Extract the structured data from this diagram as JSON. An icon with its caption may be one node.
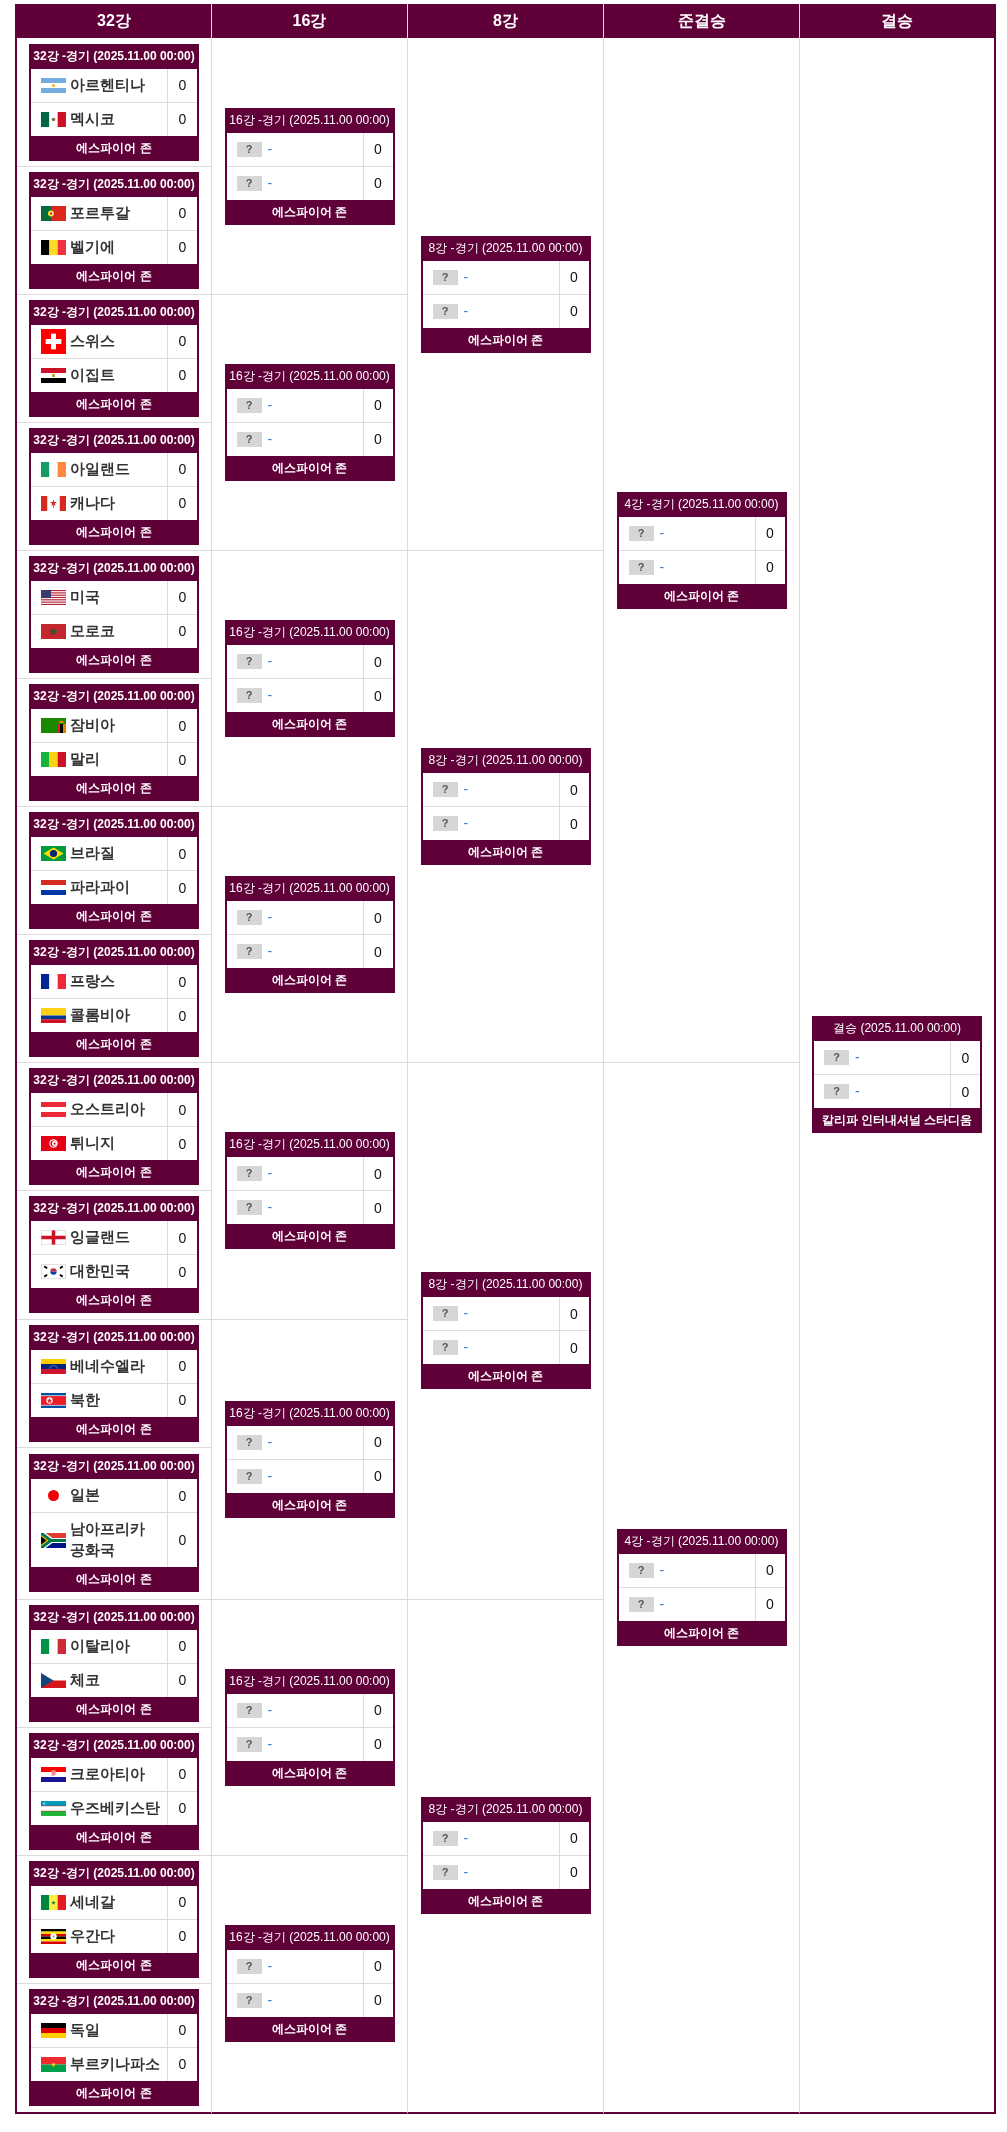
{
  "diagram": {
    "nodes": [
      {
        "text": [
          "32강"
        ]
      },
      {
        "text": [
          "16강"
        ]
      },
      {
        "text": [
          "8강"
        ]
      },
      {
        "text": [
          "준결승"
        ]
      },
      {
        "text": [
          "결승"
        ]
      },
      {
        "text": [
          "32강 -경기 (2025.11.00 00:00)",
          "아르헨티나",
          "0",
          "멕시코",
          "0",
          "에스파이어 존"
        ],
        "in": 0
      },
      {
        "text": [
          "32강 -경기 (2025.11.00 00:00)",
          "포르투갈",
          "0",
          "벨기에",
          "0",
          "에스파이어 존"
        ],
        "in": 0
      },
      {
        "text": [
          "32강 -경기 (2025.11.00 00:00)",
          "스위스",
          "0",
          "이집트",
          "0",
          "에스파이어 존"
        ],
        "in": 0
      },
      {
        "text": [
          "32강 -경기 (2025.11.00 00:00)",
          "아일랜드",
          "0",
          "캐나다",
          "0",
          "에스파이어 존"
        ],
        "in": 0
      },
      {
        "text": [
          "32강 -경기 (2025.11.00 00:00)",
          "미국",
          "0",
          "모로코",
          "0",
          "에스파이어 존"
        ],
        "in": 0
      },
      {
        "text": [
          "32강 -경기 (2025.11.00 00:00)",
          "잠비아",
          "0",
          "말리",
          "0",
          "에스파이어 존"
        ],
        "in": 0
      },
      {
        "text": [
          "32강 -경기 (2025.11.00 00:00)",
          "브라질",
          "0",
          "파라과이",
          "0",
          "에스파이어 존"
        ],
        "in": 0
      },
      {
        "text": [
          "32강 -경기 (2025.11.00 00:00)",
          "프랑스",
          "0",
          "콜롬비아",
          "0",
          "에스파이어 존"
        ],
        "in": 0
      },
      {
        "text": [
          "32강 -경기 (2025.11.00 00:00)",
          "오스트리아",
          "0",
          "튀니지",
          "0",
          "에스파이어 존"
        ],
        "in": 0
      },
      {
        "text": [
          "32강 -경기 (2025.11.00 00:00)",
          "잉글랜드",
          "0",
          "대한민국",
          "0",
          "에스파이어 존"
        ],
        "in": 0
      },
      {
        "text": [
          "32강 -경기 (2025.11.00 00:00)",
          "베네수엘라",
          "0",
          "북한",
          "0",
          "에스파이어 존"
        ],
        "in": 0
      },
      {
        "text": [
          "32강 -경기 (2025.11.00 00:00)",
          "일본",
          "0",
          "남아프리카 공화국",
          "0",
          "에스파이어 존"
        ],
        "in": 0
      },
      {
        "text": [
          "32강 -경기 (2025.11.00 00:00)",
          "이탈리아",
          "0",
          "체코",
          "0",
          "에스파이어 존"
        ],
        "in": 0
      },
      {
        "text": [
          "32강 -경기 (2025.11.00 00:00)",
          "크로아티아",
          "0",
          "우즈베키스탄",
          "0",
          "에스파이어 존"
        ],
        "in": 0
      },
      {
        "text": [
          "32강 -경기 (2025.11.00 00:00)",
          "세네갈",
          "0",
          "우간다",
          "0",
          "에스파이어 존"
        ],
        "in": 0
      },
      {
        "text": [
          "32강 -경기 (2025.11.00 00:00)",
          "독일",
          "0",
          "부르키나파소",
          "0",
          "에스파이어 존"
        ],
        "in": 0
      },
      {
        "text": [
          "16강 -경기 (2025.11.00 00:00)",
          "?",
          "-",
          "0",
          "?",
          "-",
          "0",
          "에스파이어 존"
        ],
        "in": 1
      },
      {
        "text": [
          "16강 -경기 (2025.11.00 00:00)",
          "?",
          "-",
          "0",
          "?",
          "-",
          "0",
          "에스파이어 존"
        ],
        "in": 1
      },
      {
        "text": [
          "16강 -경기 (2025.11.00 00:00)",
          "?",
          "-",
          "0",
          "?",
          "-",
          "0",
          "에스파이어 존"
        ],
        "in": 1
      },
      {
        "text": [
          "16강 -경기 (2025.11.00 00:00)",
          "?",
          "-",
          "0",
          "?",
          "-",
          "0",
          "에스파이어 존"
        ],
        "in": 1
      },
      {
        "text": [
          "16강 -경기 (2025.11.00 00:00)",
          "?",
          "-",
          "0",
          "?",
          "-",
          "0",
          "에스파이어 존"
        ],
        "in": 1
      },
      {
        "text": [
          "16강 -경기 (2025.11.00 00:00)",
          "?",
          "-",
          "0",
          "?",
          "-",
          "0",
          "에스파이어 존"
        ],
        "in": 1
      },
      {
        "text": [
          "16강 -경기 (2025.11.00 00:00)",
          "?",
          "-",
          "0",
          "?",
          "-",
          "0",
          "에스파이어 존"
        ],
        "in": 1
      },
      {
        "text": [
          "16강 -경기 (2025.11.00 00:00)",
          "?",
          "-",
          "0",
          "?",
          "-",
          "0",
          "에스파이어 존"
        ],
        "in": 1
      },
      {
        "text": [
          "8강 -경기 (2025.11.00 00:00)",
          "?",
          "-",
          "0",
          "?",
          "-",
          "0",
          "에스파이어 존"
        ],
        "in": 2
      },
      {
        "text": [
          "8강 -경기 (2025.11.00 00:00)",
          "?",
          "-",
          "0",
          "?",
          "-",
          "0",
          "에스파이어 존"
        ],
        "in": 2
      },
      {
        "text": [
          "8강 -경기 (2025.11.00 00:00)",
          "?",
          "-",
          "0",
          "?",
          "-",
          "0",
          "에스파이어 존"
        ],
        "in": 2
      },
      {
        "text": [
          "8강 -경기 (2025.11.00 00:00)",
          "?",
          "-",
          "0",
          "?",
          "-",
          "0",
          "에스파이어 존"
        ],
        "in": 2
      },
      {
        "text": [
          "4강 -경기 (2025.11.00 00:00)",
          "?",
          "-",
          "0",
          "?",
          "-",
          "0",
          "에스파이어 존"
        ],
        "in": 3
      },
      {
        "text": [
          "4강 -경기 (2025.11.00 00:00)",
          "?",
          "-",
          "0",
          "?",
          "-",
          "0",
          "에스파이어 존"
        ],
        "in": 3
      },
      {
        "text": [
          "결승 (2025.11.00 00:00)",
          "?",
          "-",
          "0",
          "?",
          "-",
          "0",
          "칼리파 인터내셔널 스타디움"
        ],
        "in": 4
      }
    ]
  }
}
